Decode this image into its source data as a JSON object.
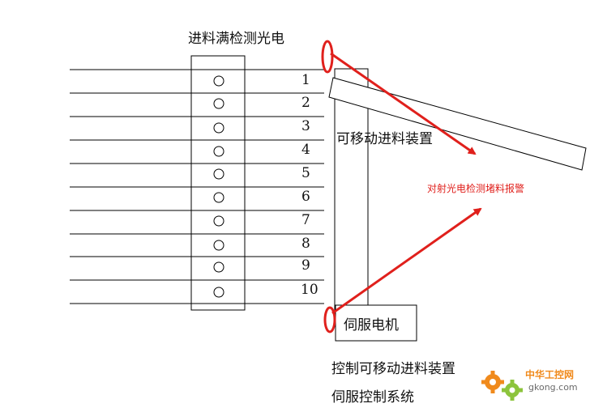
{
  "diagram": {
    "title": "进料满检测光电",
    "moving_device_label": "可移动进料装置",
    "alarm_label": "对射光电检测堵料报警",
    "servo_motor_label": "伺服电机",
    "caption_line1": "控制可移动进料装置",
    "caption_line2": "伺服控制系统",
    "sensors": [
      {
        "number": "1"
      },
      {
        "number": "2"
      },
      {
        "number": "3"
      },
      {
        "number": "4"
      },
      {
        "number": "5"
      },
      {
        "number": "6"
      },
      {
        "number": "7"
      },
      {
        "number": "8"
      },
      {
        "number": "9"
      },
      {
        "number": "10"
      }
    ],
    "colors": {
      "line": "#000000",
      "arrow": "#e0201c",
      "alarm_text": "#e0201c"
    }
  },
  "watermark": {
    "text_cn": "中华工控网",
    "text_en": "gkong.com",
    "icon": "gear-icon"
  }
}
